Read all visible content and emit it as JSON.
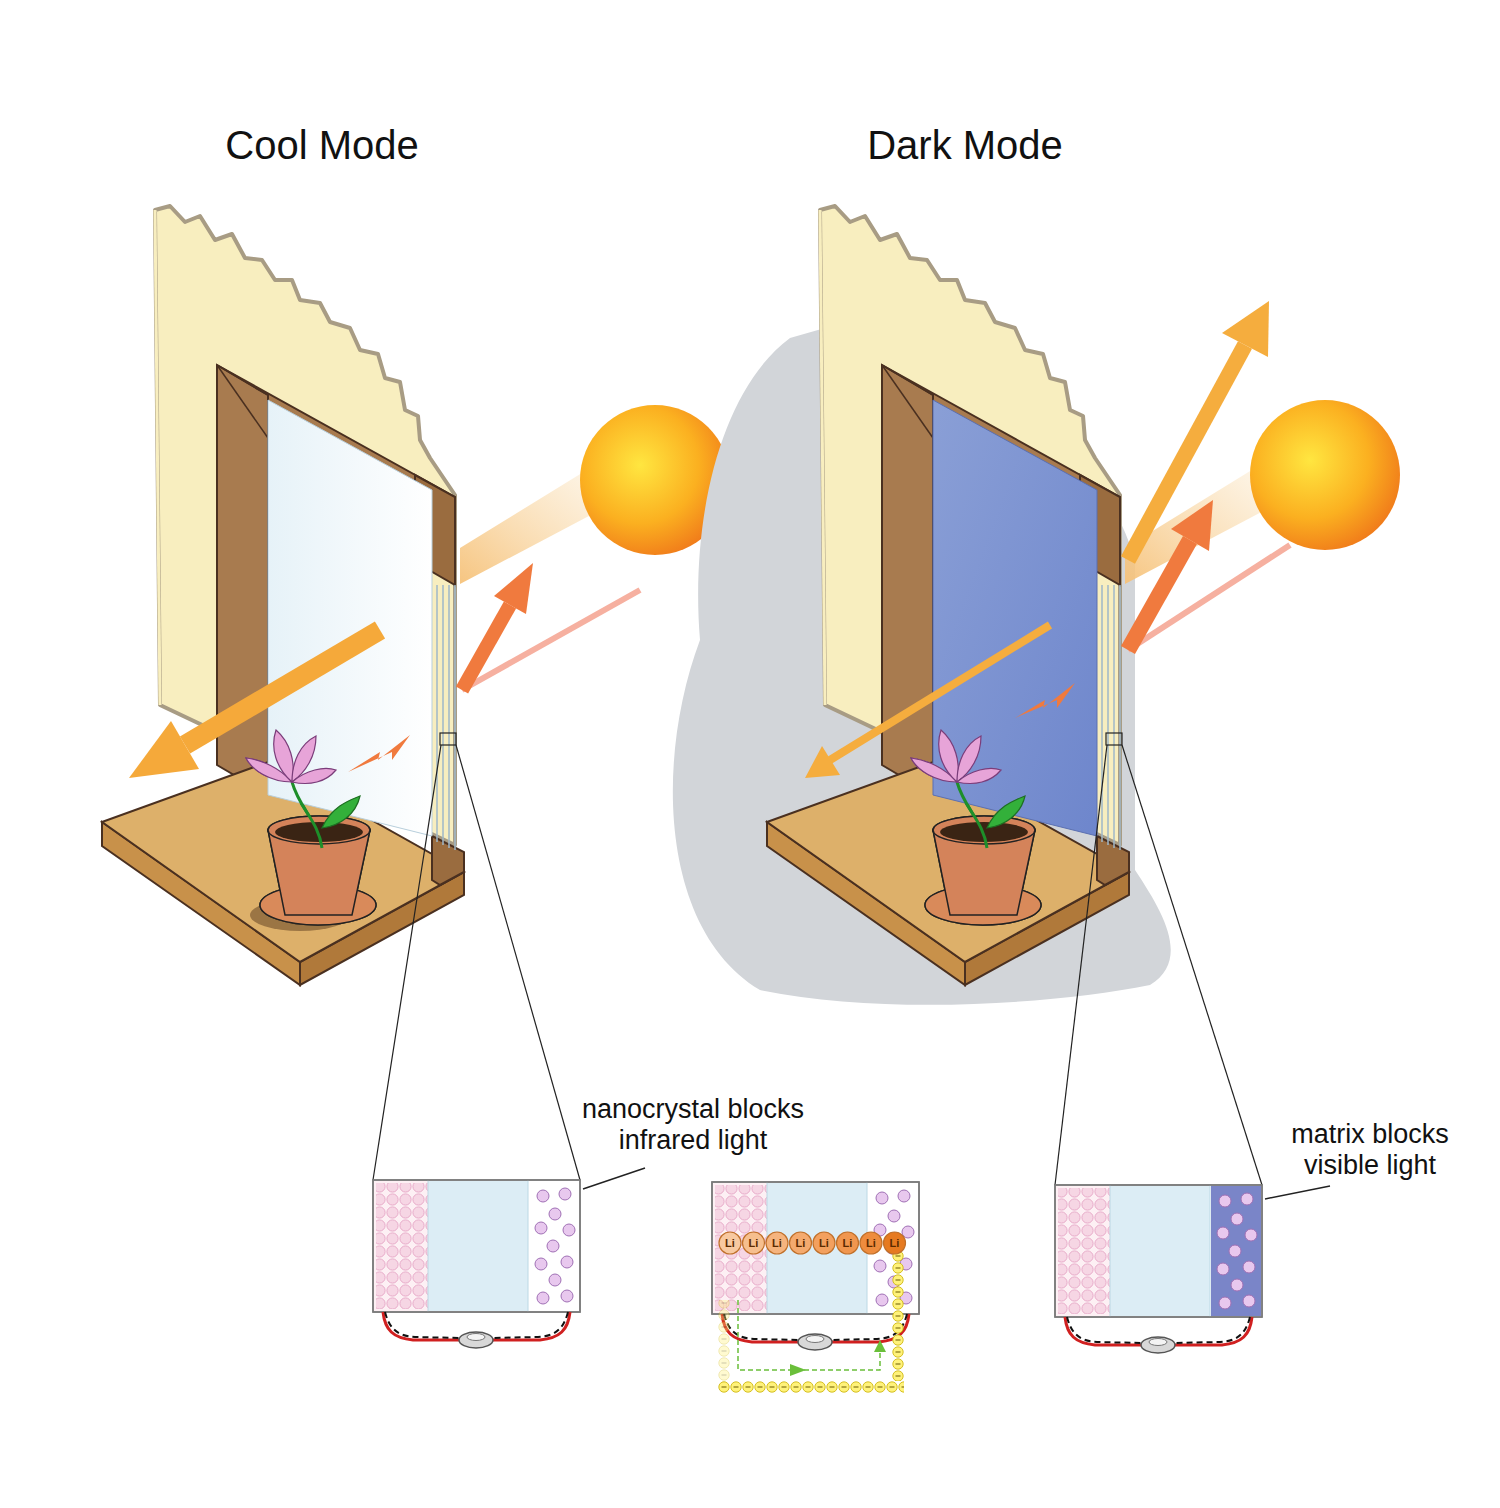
{
  "diagram": {
    "labels": [
      "Cool Mode",
      "Dark Mode",
      "nanocrystal blocks infrared light",
      "matrix blocks visible light",
      "Li",
      "Li",
      "Li",
      "Li",
      "Li",
      "Li",
      "Li",
      "Li"
    ]
  }
}
